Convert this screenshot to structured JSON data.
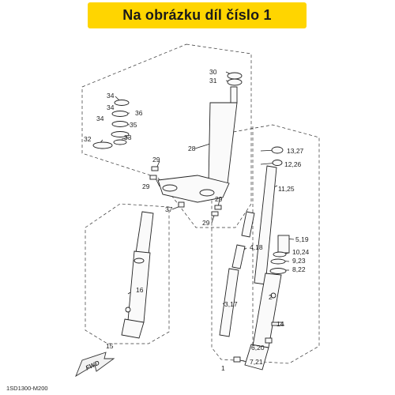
{
  "banner": {
    "text": "Na obrázku díl číslo 1",
    "color": "#ffd500"
  },
  "diagram_code": "1SD1300-M200",
  "fwd_label": "FWD",
  "part_labels": {
    "p30": "30",
    "p31": "31",
    "p34a": "34",
    "p34b": "34",
    "p34c": "34",
    "p36": "36",
    "p35": "35",
    "p32": "32",
    "p33": "33",
    "p28": "28",
    "p29a": "29",
    "p29b": "29",
    "p29c": "29",
    "p29d": "29",
    "p37": "37",
    "p13_27": "13,27",
    "p12_26": "12,26",
    "p11_25": "11,25",
    "p4_18": "4,18",
    "p5_19": "5,19",
    "p10_24": "10,24",
    "p9_23": "9,23",
    "p8_22": "8,22",
    "p3_17": "3,17",
    "p16": "16",
    "p2": "2",
    "p14": "14",
    "p15": "15",
    "p6_20": "6,20",
    "p7_21": "7,21",
    "p1": "1"
  }
}
